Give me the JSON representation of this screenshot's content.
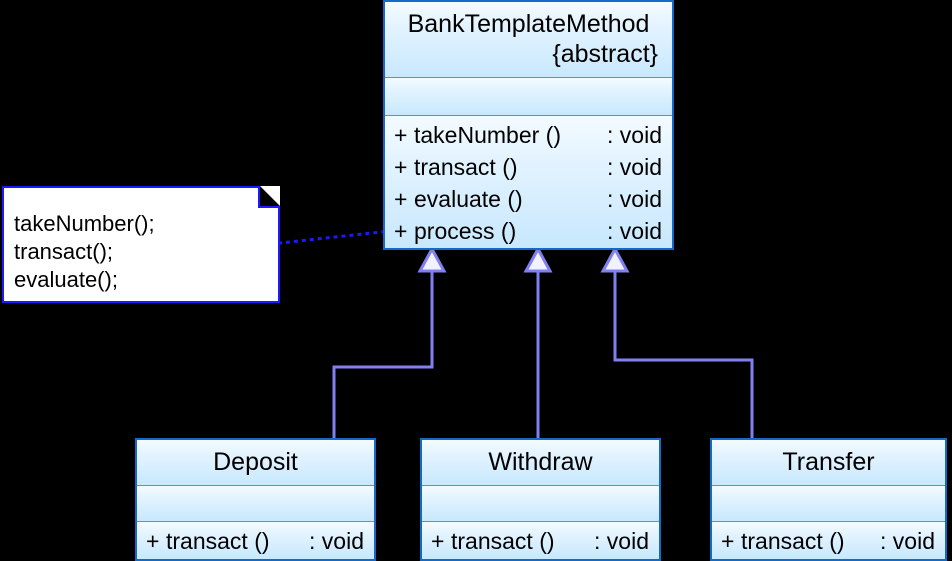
{
  "diagram": {
    "type": "uml-class-diagram",
    "background_color": "#000000",
    "class_border_color": "#1569c7",
    "class_fill_color": "#cfeaff",
    "connector_color": "#8080f0",
    "note_border_color": "#1a1aff",
    "note_fill_color": "#ffffff",
    "note_link_color": "#1a1aff"
  },
  "parent_class": {
    "name": "BankTemplateMethod",
    "stereotype": "{abstract}",
    "attributes": [],
    "operations": [
      {
        "visibility": "+",
        "signature": "takeNumber ()",
        "type": ": void"
      },
      {
        "visibility": "+",
        "signature": "transact ()",
        "type": ": void"
      },
      {
        "visibility": "+",
        "signature": "evaluate ()",
        "type": ": void"
      },
      {
        "visibility": "+",
        "signature": "process ()",
        "type": ": void"
      }
    ]
  },
  "note": {
    "lines": [
      "takeNumber();",
      "transact();",
      "evaluate();"
    ]
  },
  "subclasses": [
    {
      "name": "Deposit",
      "attributes": [],
      "operations": [
        {
          "visibility": "+",
          "signature": "transact ()",
          "type": ": void"
        }
      ]
    },
    {
      "name": "Withdraw",
      "attributes": [],
      "operations": [
        {
          "visibility": "+",
          "signature": "transact ()",
          "type": ": void"
        }
      ]
    },
    {
      "name": "Transfer",
      "attributes": [],
      "operations": [
        {
          "visibility": "+",
          "signature": "transact ()",
          "type": ": void"
        }
      ]
    }
  ],
  "relationships": [
    {
      "kind": "generalization",
      "from": "Deposit",
      "to": "BankTemplateMethod"
    },
    {
      "kind": "generalization",
      "from": "Withdraw",
      "to": "BankTemplateMethod"
    },
    {
      "kind": "generalization",
      "from": "Transfer",
      "to": "BankTemplateMethod"
    },
    {
      "kind": "note-anchor",
      "from": "note",
      "to": "BankTemplateMethod"
    }
  ]
}
